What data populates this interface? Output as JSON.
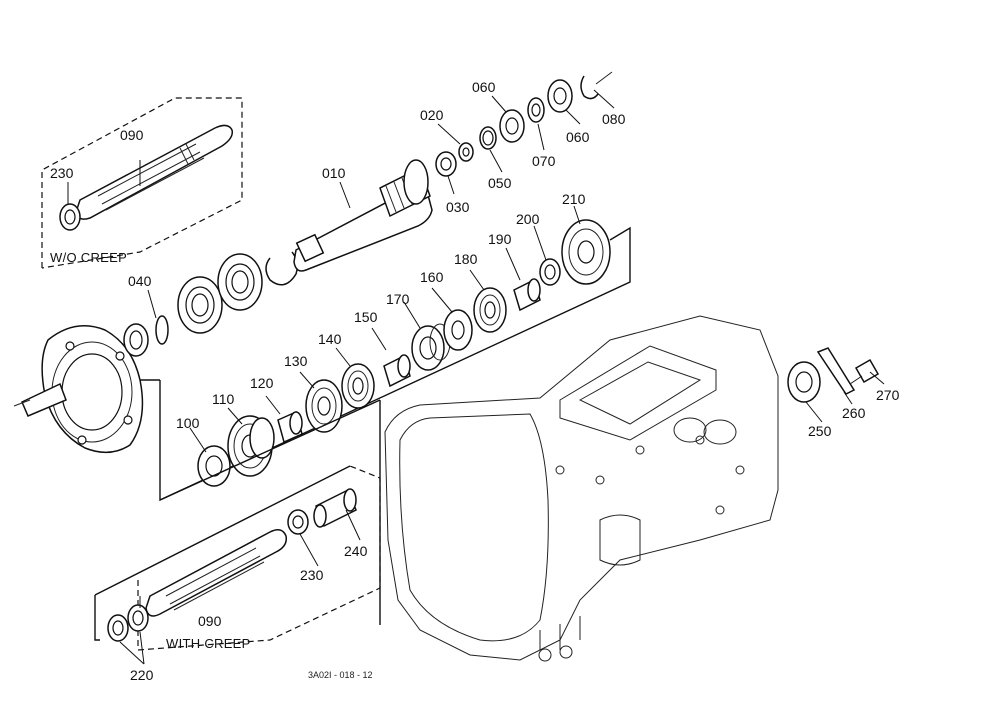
{
  "labels": {
    "p010": "010",
    "p020": "020",
    "p030": "030",
    "p040": "040",
    "p050": "050",
    "p060a": "060",
    "p060b": "060",
    "p070": "070",
    "p080": "080",
    "p090a": "090",
    "p090b": "090",
    "p100": "100",
    "p110": "110",
    "p120": "120",
    "p130": "130",
    "p140": "140",
    "p150": "150",
    "p160": "160",
    "p170": "170",
    "p180": "180",
    "p190": "190",
    "p200": "200",
    "p210": "210",
    "p220": "220",
    "p230a": "230",
    "p230b": "230",
    "p240": "240",
    "p250": "250",
    "p260": "260",
    "p270": "270"
  },
  "notes": {
    "without_creep": "W/O CREEP",
    "with_creep": "WITH CREEP",
    "drawing_ref": "3A02I - 018 - 12"
  }
}
